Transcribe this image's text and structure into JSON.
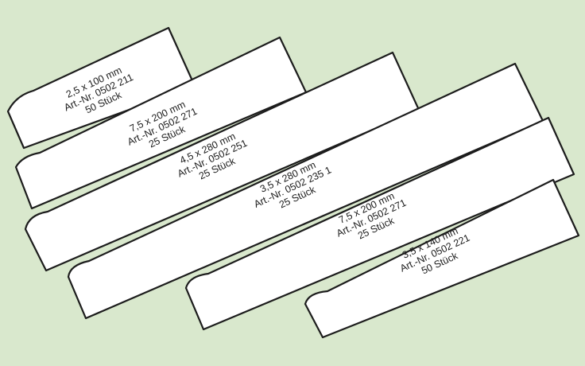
{
  "background_color": "#d9e8cd",
  "strip_fill": "#ffffff",
  "strip_stroke": "#1c1c1c",
  "strips": [
    {
      "size": "2,5 x 100 mm",
      "article": "Art.-Nr. 0502 211",
      "quantity": "50 Stück"
    },
    {
      "size": "7,5 x 200 mm",
      "article": "Art.-Nr. 0502 271",
      "quantity": "25 Stück"
    },
    {
      "size": "4,5 x 280 mm",
      "article": "Art.-Nr. 0502 251",
      "quantity": "25 Stück"
    },
    {
      "size": "3,5 x 280 mm",
      "article": "Art.-Nr. 0502 235 1",
      "quantity": "25 Stück"
    },
    {
      "size": "7,5 x 200 mm",
      "article": "Art.-Nr. 0502 271",
      "quantity": "25 Stück"
    },
    {
      "size": "3,5 x 140 mm",
      "article": "Art.-Nr. 0502 221",
      "quantity": "50 Stück"
    }
  ]
}
